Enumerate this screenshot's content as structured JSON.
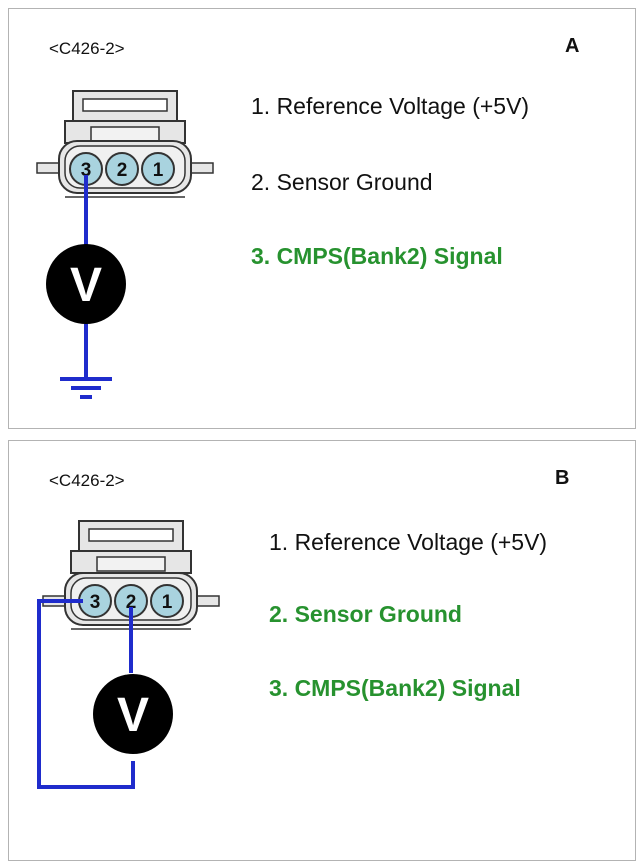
{
  "colors": {
    "highlight": "#27922f",
    "wire": "#1f2ccc",
    "pin_fill": "#a9d3df",
    "connector_fill": "#e6e6e6",
    "meter_fill": "#000000"
  },
  "icons": {
    "meter": "voltmeter-icon",
    "ground": "ground-symbol-icon"
  },
  "panels": [
    {
      "connector_id": "<C426-2>",
      "letter": "A",
      "meter_label": "V",
      "pins": [
        {
          "number": "3",
          "highlight": true
        },
        {
          "number": "2",
          "highlight": false
        },
        {
          "number": "1",
          "highlight": false
        }
      ],
      "descriptions": [
        {
          "text": "1. Reference Voltage (+5V)",
          "highlight": false
        },
        {
          "text": "2. Sensor Ground",
          "highlight": false
        },
        {
          "text": "3. CMPS(Bank2) Signal",
          "highlight": true
        }
      ]
    },
    {
      "connector_id": "<C426-2>",
      "letter": "B",
      "meter_label": "V",
      "pins": [
        {
          "number": "3",
          "highlight": true
        },
        {
          "number": "2",
          "highlight": true
        },
        {
          "number": "1",
          "highlight": false
        }
      ],
      "descriptions": [
        {
          "text": "1. Reference Voltage (+5V)",
          "highlight": false
        },
        {
          "text": "2. Sensor Ground",
          "highlight": true
        },
        {
          "text": "3. CMPS(Bank2) Signal",
          "highlight": true
        }
      ]
    }
  ]
}
